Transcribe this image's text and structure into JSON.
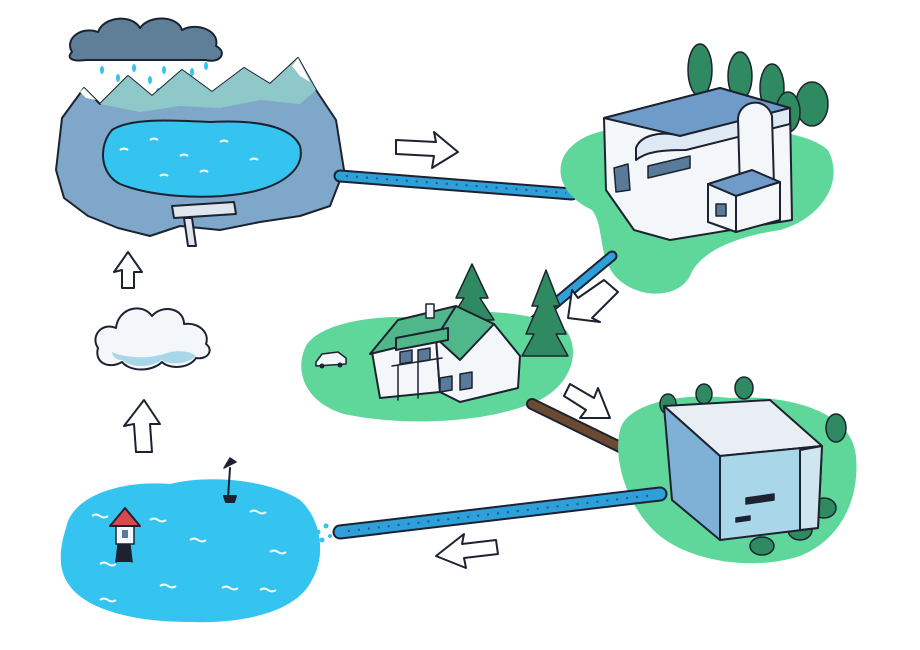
{
  "diagram": {
    "kind": "water-cycle illustration",
    "nodes": [
      {
        "id": "reservoir",
        "icon": "mountain-lake-icon"
      },
      {
        "id": "treatment-plant",
        "icon": "water-treatment-plant-icon"
      },
      {
        "id": "house",
        "icon": "house-icon"
      },
      {
        "id": "wastewater-plant",
        "icon": "wastewater-treatment-plant-icon"
      },
      {
        "id": "sea",
        "icon": "sea-icon"
      },
      {
        "id": "evaporation-cloud",
        "icon": "cloud-icon"
      }
    ],
    "flows": [
      {
        "from": "reservoir",
        "to": "treatment-plant",
        "pipe": "clean-water-pipe"
      },
      {
        "from": "treatment-plant",
        "to": "house",
        "pipe": "clean-water-pipe"
      },
      {
        "from": "house",
        "to": "wastewater-plant",
        "pipe": "sewage-pipe"
      },
      {
        "from": "wastewater-plant",
        "to": "sea",
        "pipe": "outflow-pipe"
      },
      {
        "from": "sea",
        "to": "evaporation-cloud",
        "pipe": "none"
      },
      {
        "from": "evaporation-cloud",
        "to": "reservoir",
        "pipe": "none"
      }
    ],
    "colors": {
      "water": "#35c4f0",
      "pipe": "#2e9fd8",
      "sewage_pipe": "#6a4a30",
      "grass": "#5fd69a",
      "mountain": "#7ea7c9",
      "ink": "#1c2230"
    }
  }
}
